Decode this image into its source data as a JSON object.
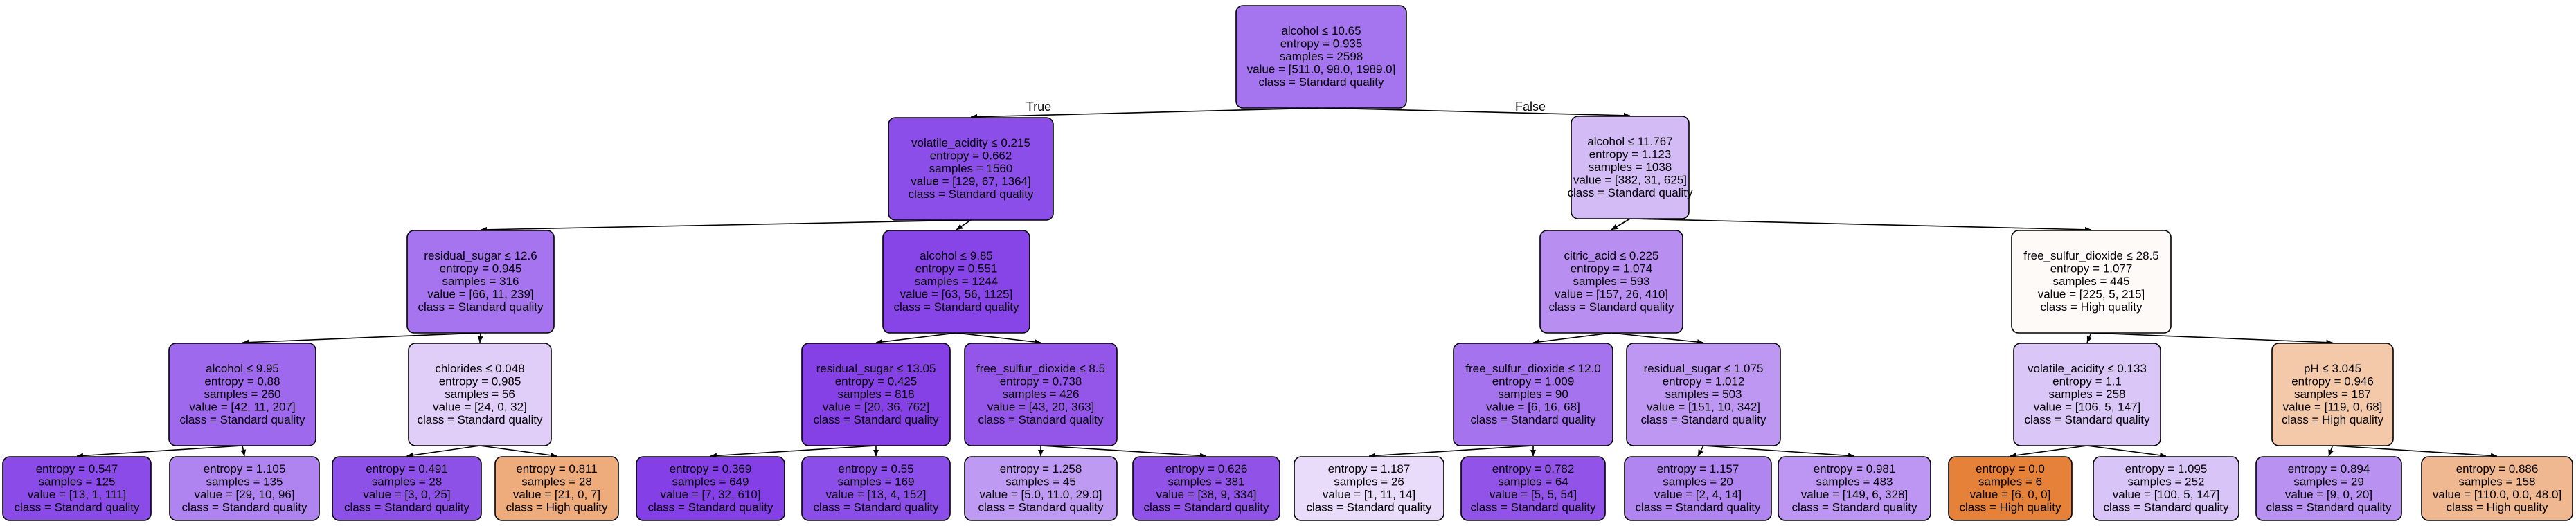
{
  "edge_labels": {
    "true": "True",
    "false": "False"
  },
  "nodes": [
    {
      "id": "n0",
      "lines": [
        "alcohol ≤ 10.65",
        "entropy = 0.935",
        "samples = 2598",
        "value = [511.0, 98.0, 1989.0]",
        "class = Standard quality"
      ],
      "fill": "#a475ee"
    },
    {
      "id": "n1",
      "lines": [
        "volatile_acidity ≤ 0.215",
        "entropy = 0.662",
        "samples = 1560",
        "value = [129, 67, 1364]",
        "class = Standard quality"
      ],
      "fill": "#8b4ee8"
    },
    {
      "id": "n2",
      "lines": [
        "alcohol ≤ 11.767",
        "entropy = 1.123",
        "samples = 1038",
        "value = [382, 31, 625]",
        "class = Standard quality"
      ],
      "fill": "#d3bbf6"
    },
    {
      "id": "n3",
      "lines": [
        "residual_sugar ≤ 12.6",
        "entropy = 0.945",
        "samples = 316",
        "value = [66, 11, 239]",
        "class = Standard quality"
      ],
      "fill": "#a574ee"
    },
    {
      "id": "n4",
      "lines": [
        "alcohol ≤ 9.85",
        "entropy = 0.551",
        "samples = 1244",
        "value = [63, 56, 1125]",
        "class = Standard quality"
      ],
      "fill": "#8745e7"
    },
    {
      "id": "n5",
      "lines": [
        "citric_acid ≤ 0.225",
        "entropy = 1.074",
        "samples = 593",
        "value = [157, 26, 410]",
        "class = Standard quality"
      ],
      "fill": "#b88ff1"
    },
    {
      "id": "n6",
      "lines": [
        "free_sulfur_dioxide ≤ 28.5",
        "entropy = 1.077",
        "samples = 445",
        "value = [225, 5, 215]",
        "class = High quality"
      ],
      "fill": "#fefaf7"
    },
    {
      "id": "n7",
      "lines": [
        "alcohol ≤ 9.95",
        "entropy = 0.88",
        "samples = 260",
        "value = [42, 11, 207]",
        "class = Standard quality"
      ],
      "fill": "#9e69ec"
    },
    {
      "id": "n8",
      "lines": [
        "chlorides ≤ 0.048",
        "entropy = 0.985",
        "samples = 56",
        "value = [24, 0, 32]",
        "class = Standard quality"
      ],
      "fill": "#e0cef8"
    },
    {
      "id": "n9",
      "lines": [
        "residual_sugar ≤ 13.05",
        "entropy = 0.425",
        "samples = 818",
        "value = [20, 36, 762]",
        "class = Standard quality"
      ],
      "fill": "#8641e6"
    },
    {
      "id": "n10",
      "lines": [
        "free_sulfur_dioxide ≤ 8.5",
        "entropy = 0.738",
        "samples = 426",
        "value = [43, 20, 363]",
        "class = Standard quality"
      ],
      "fill": "#9456e9"
    },
    {
      "id": "n11",
      "lines": [
        "free_sulfur_dioxide ≤ 12.0",
        "entropy = 1.009",
        "samples = 90",
        "value = [6, 16, 68]",
        "class = Standard quality"
      ],
      "fill": "#a673ee"
    },
    {
      "id": "n12",
      "lines": [
        "residual_sugar ≤ 1.075",
        "entropy = 1.012",
        "samples = 503",
        "value = [151, 10, 342]",
        "class = Standard quality"
      ],
      "fill": "#bd97f2"
    },
    {
      "id": "n13",
      "lines": [
        "volatile_acidity ≤ 0.133",
        "entropy = 1.1",
        "samples = 258",
        "value = [106, 5, 147]",
        "class = Standard quality"
      ],
      "fill": "#dac7f7"
    },
    {
      "id": "n14",
      "lines": [
        "pH ≤ 3.045",
        "entropy = 0.946",
        "samples = 187",
        "value = [119, 0, 68]",
        "class = High quality"
      ],
      "fill": "#f4c9aa"
    },
    {
      "id": "n15",
      "lines": [
        "entropy = 0.547",
        "samples = 125",
        "value = [13, 1, 111]",
        "class = Standard quality"
      ],
      "fill": "#8a4be8"
    },
    {
      "id": "n16",
      "lines": [
        "entropy = 1.105",
        "samples = 135",
        "value = [29, 10, 96]",
        "class = Standard quality"
      ],
      "fill": "#b084f0"
    },
    {
      "id": "n17",
      "lines": [
        "entropy = 0.491",
        "samples = 28",
        "value = [3, 0, 25]",
        "class = Standard quality"
      ],
      "fill": "#8d51e8"
    },
    {
      "id": "n18",
      "lines": [
        "entropy = 0.811",
        "samples = 28",
        "value = [21, 0, 7]",
        "class = High quality"
      ],
      "fill": "#eeab7b"
    },
    {
      "id": "n19",
      "lines": [
        "entropy = 0.369",
        "samples = 649",
        "value = [7, 32, 610]",
        "class = Standard quality"
      ],
      "fill": "#843fe6"
    },
    {
      "id": "n20",
      "lines": [
        "entropy = 0.55",
        "samples = 169",
        "value = [13, 4, 152]",
        "class = Standard quality"
      ],
      "fill": "#8c4ee8"
    },
    {
      "id": "n21",
      "lines": [
        "entropy = 1.258",
        "samples = 45",
        "value = [5.0, 11.0, 29.0]",
        "class = Standard quality"
      ],
      "fill": "#bf9af2"
    },
    {
      "id": "n22",
      "lines": [
        "entropy = 0.626",
        "samples = 381",
        "value = [38, 9, 334]",
        "class = Standard quality"
      ],
      "fill": "#9152e8"
    },
    {
      "id": "n23",
      "lines": [
        "entropy = 1.187",
        "samples = 26",
        "value = [1, 11, 14]",
        "class = Standard quality"
      ],
      "fill": "#e9dcfa"
    },
    {
      "id": "n24",
      "lines": [
        "entropy = 0.782",
        "samples = 64",
        "value = [5, 5, 54]",
        "class = Standard quality"
      ],
      "fill": "#9253e8"
    },
    {
      "id": "n25",
      "lines": [
        "entropy = 1.157",
        "samples = 20",
        "value = [2, 4, 14]",
        "class = Standard quality"
      ],
      "fill": "#b185f0"
    },
    {
      "id": "n26",
      "lines": [
        "entropy = 0.981",
        "samples = 483",
        "value = [149, 6, 328]",
        "class = Standard quality"
      ],
      "fill": "#bc96f2"
    },
    {
      "id": "n27",
      "lines": [
        "entropy = 0.0",
        "samples = 6",
        "value = [6, 0, 0]",
        "class = High quality"
      ],
      "fill": "#e58139"
    },
    {
      "id": "n28",
      "lines": [
        "entropy = 1.095",
        "samples = 252",
        "value = [100, 5, 147]",
        "class = Standard quality"
      ],
      "fill": "#d9c4f7"
    },
    {
      "id": "n29",
      "lines": [
        "entropy = 0.894",
        "samples = 29",
        "value = [9, 0, 20]",
        "class = Standard quality"
      ],
      "fill": "#b992f1"
    },
    {
      "id": "n30",
      "lines": [
        "entropy = 0.886",
        "samples = 158",
        "value = [110.0, 0.0, 48.0]",
        "class = High quality"
      ],
      "fill": "#f0b890"
    }
  ],
  "edges": [
    {
      "from": "n0",
      "to": "n1",
      "label": "true"
    },
    {
      "from": "n0",
      "to": "n2",
      "label": "false"
    },
    {
      "from": "n1",
      "to": "n3"
    },
    {
      "from": "n1",
      "to": "n4"
    },
    {
      "from": "n2",
      "to": "n5"
    },
    {
      "from": "n2",
      "to": "n6"
    },
    {
      "from": "n3",
      "to": "n7"
    },
    {
      "from": "n3",
      "to": "n8"
    },
    {
      "from": "n4",
      "to": "n9"
    },
    {
      "from": "n4",
      "to": "n10"
    },
    {
      "from": "n5",
      "to": "n11"
    },
    {
      "from": "n5",
      "to": "n12"
    },
    {
      "from": "n6",
      "to": "n13"
    },
    {
      "from": "n6",
      "to": "n14"
    },
    {
      "from": "n7",
      "to": "n15"
    },
    {
      "from": "n7",
      "to": "n16"
    },
    {
      "from": "n8",
      "to": "n17"
    },
    {
      "from": "n8",
      "to": "n18"
    },
    {
      "from": "n9",
      "to": "n19"
    },
    {
      "from": "n9",
      "to": "n20"
    },
    {
      "from": "n10",
      "to": "n21"
    },
    {
      "from": "n10",
      "to": "n22"
    },
    {
      "from": "n11",
      "to": "n23"
    },
    {
      "from": "n11",
      "to": "n24"
    },
    {
      "from": "n12",
      "to": "n25"
    },
    {
      "from": "n12",
      "to": "n26"
    },
    {
      "from": "n13",
      "to": "n27"
    },
    {
      "from": "n13",
      "to": "n28"
    },
    {
      "from": "n14",
      "to": "n29"
    },
    {
      "from": "n14",
      "to": "n30"
    }
  ]
}
